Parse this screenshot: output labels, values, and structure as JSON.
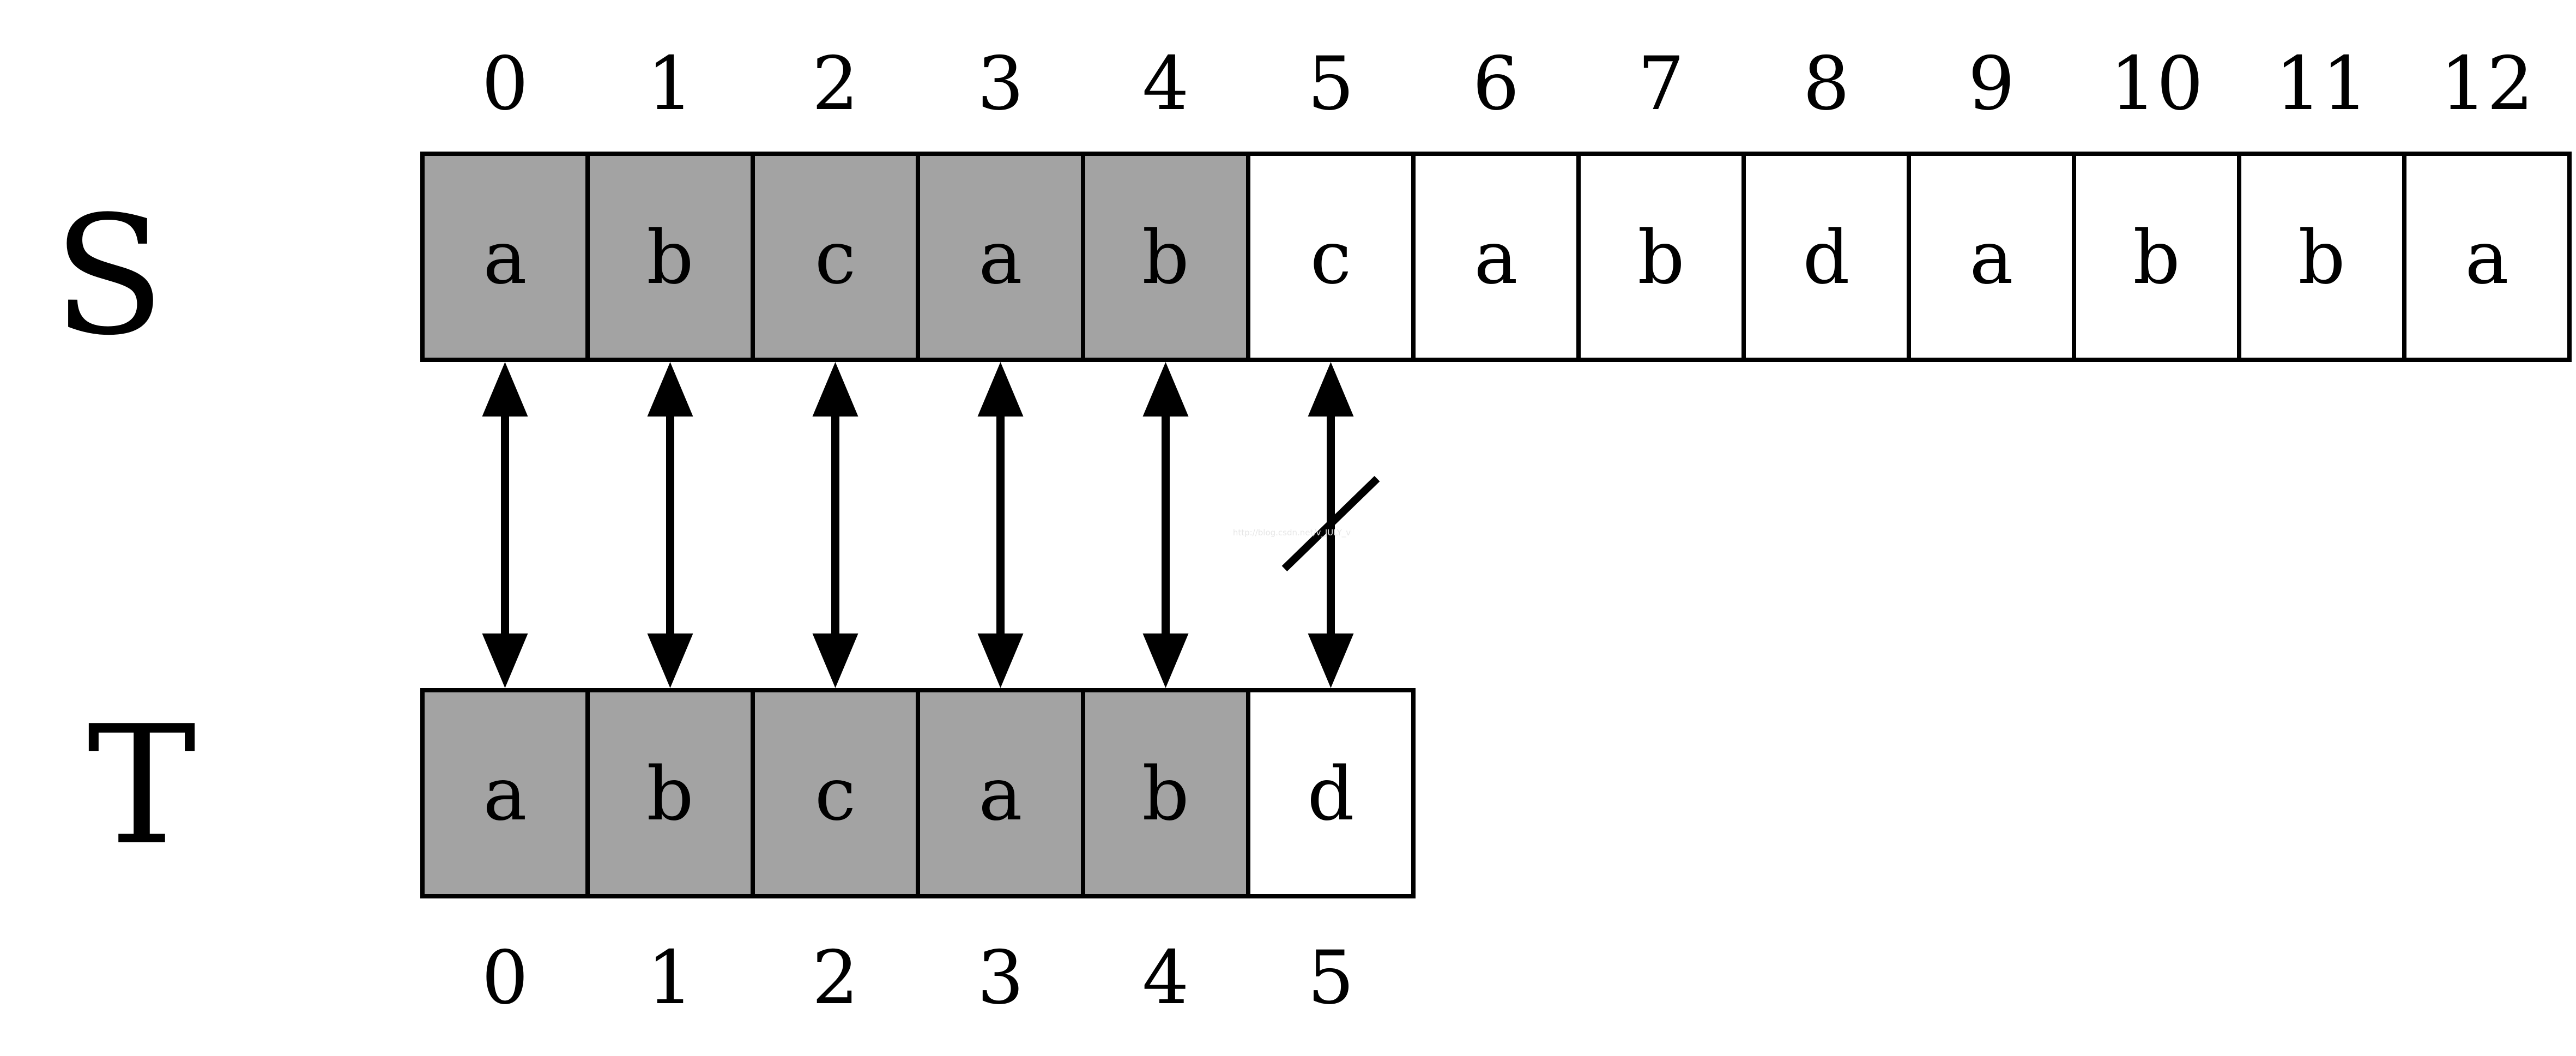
{
  "colors": {
    "matched_fill": "#a3a3a3",
    "unmatched_fill": "#ffffff",
    "line": "#000000"
  },
  "source": {
    "label": "S",
    "indices": [
      "0",
      "1",
      "2",
      "3",
      "4",
      "5",
      "6",
      "7",
      "8",
      "9",
      "10",
      "11",
      "12"
    ],
    "chars": [
      "a",
      "b",
      "c",
      "a",
      "b",
      "c",
      "a",
      "b",
      "d",
      "a",
      "b",
      "b",
      "a"
    ],
    "matched_count": 5
  },
  "target": {
    "label": "T",
    "indices": [
      "0",
      "1",
      "2",
      "3",
      "4",
      "5"
    ],
    "chars": [
      "a",
      "b",
      "c",
      "a",
      "b",
      "d"
    ],
    "matched_count": 5
  },
  "comparisons": [
    {
      "index": 0,
      "match": true
    },
    {
      "index": 1,
      "match": true
    },
    {
      "index": 2,
      "match": true
    },
    {
      "index": 3,
      "match": true
    },
    {
      "index": 4,
      "match": true
    },
    {
      "index": 5,
      "match": false
    }
  ],
  "watermark": "http://blog.csdn.net/v_JULY_v"
}
